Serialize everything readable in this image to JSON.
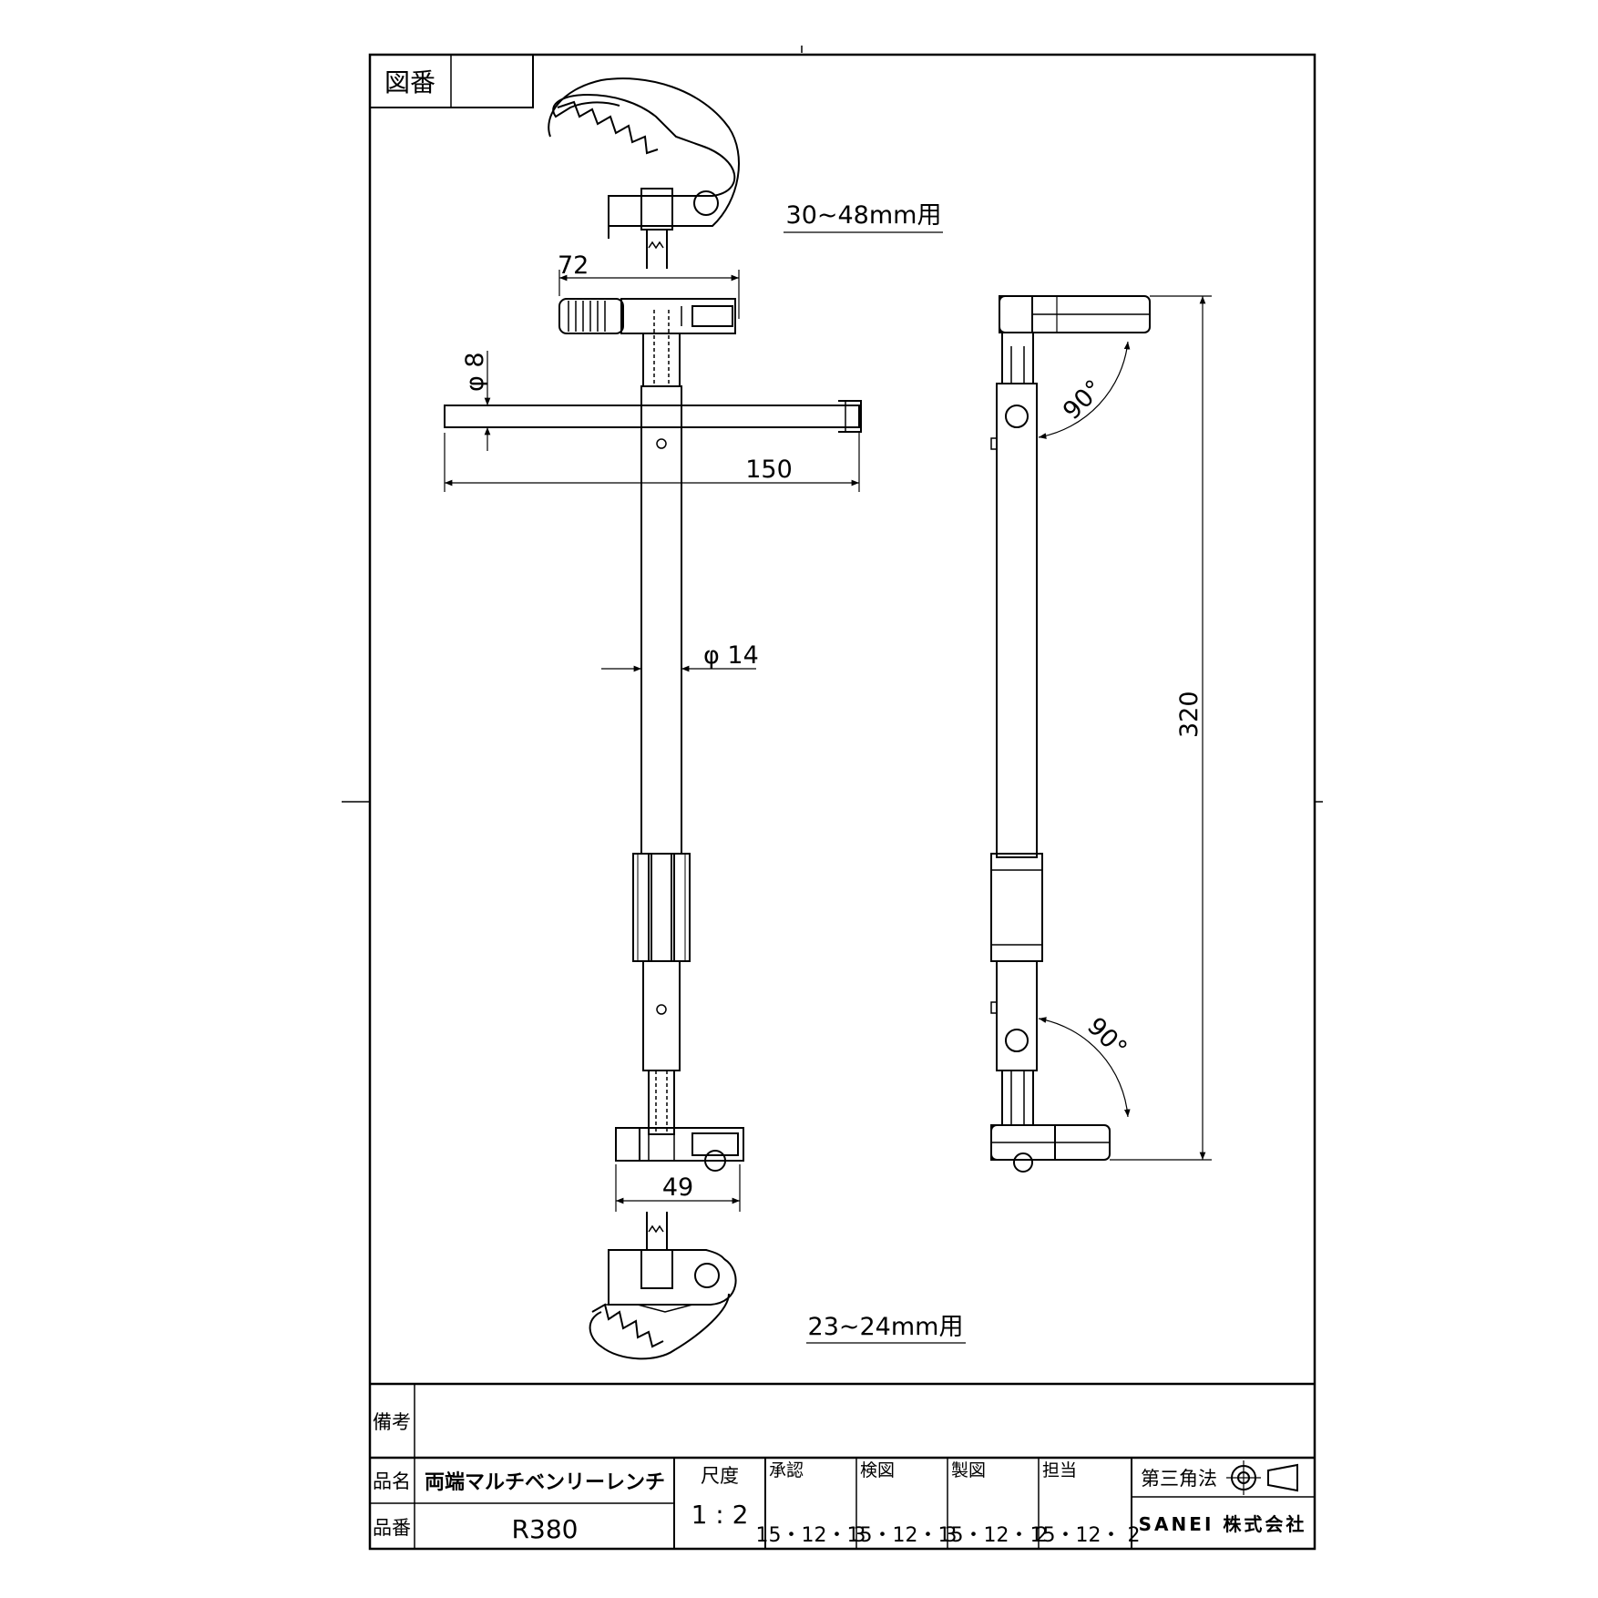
{
  "title_block": {
    "drawing_no_label": "図番",
    "drawing_no_value": "",
    "remarks_label": "備考",
    "remarks_value": "",
    "product_name_label": "品名",
    "product_name": "両端マルチベンリーレンチ",
    "product_no_label": "品番",
    "product_no": "R380",
    "scale_label": "尺度",
    "scale_value": "1 : 2",
    "approval_label": "承認",
    "approval_date": "15・12・ 3",
    "inspection_label": "検図",
    "inspection_date": "15・12・ 3",
    "drafting_label": "製図",
    "drafting_date": "15・12・ 2",
    "person_label": "担当",
    "person_date": "15・12・ 2",
    "projection_label": "第三角法",
    "company": "SANEI 株式会社"
  },
  "dimensions": {
    "top_head_width": "72",
    "handle_diameter": "φ 8",
    "handle_length": "150",
    "shaft_diameter": "φ 14",
    "bottom_head_width": "49",
    "overall_length": "320",
    "angle_top": "90°",
    "angle_bottom": "90°"
  },
  "notes": {
    "top_jaw_range": "30~48mm用",
    "bottom_jaw_range": "23~24mm用"
  }
}
